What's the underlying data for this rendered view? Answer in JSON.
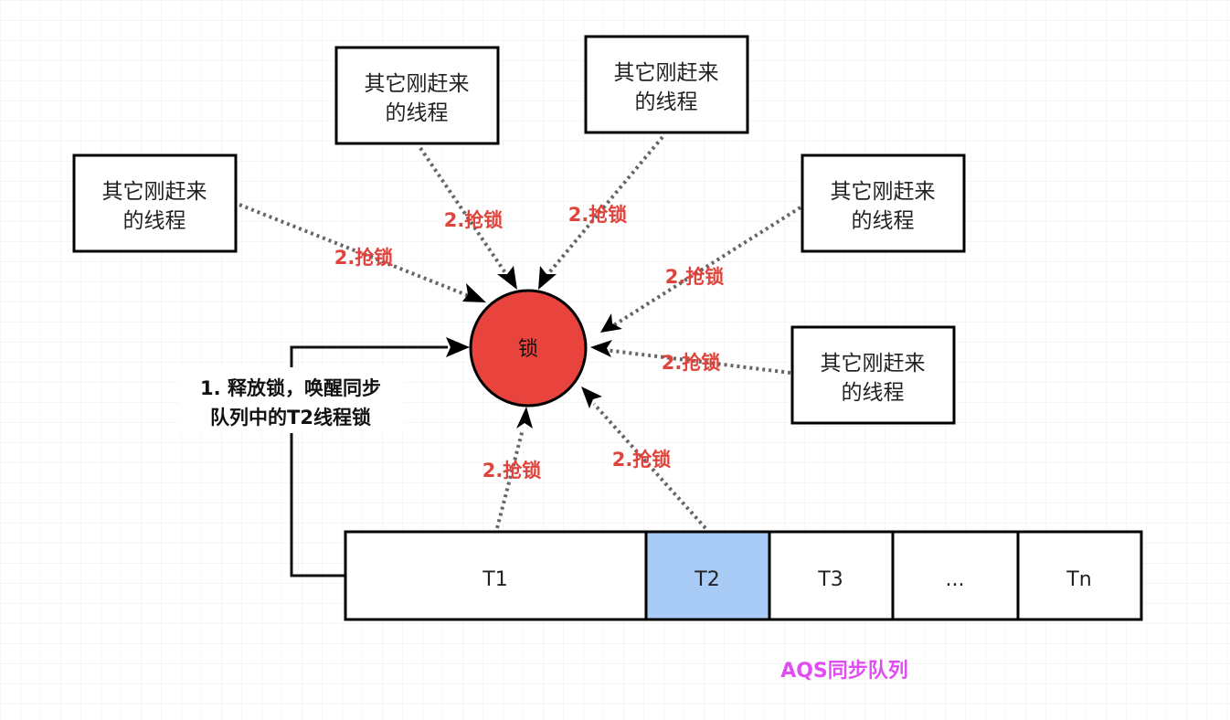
{
  "lock": {
    "label": "锁",
    "fill": "#e8433d"
  },
  "threads": [
    {
      "line1": "其它刚赶来",
      "line2": "的线程"
    },
    {
      "line1": "其它刚赶来",
      "line2": "的线程"
    },
    {
      "line1": "其它刚赶来",
      "line2": "的线程"
    },
    {
      "line1": "其它刚赶来",
      "line2": "的线程"
    },
    {
      "line1": "其它刚赶来",
      "line2": "的线程"
    }
  ],
  "edge_labels": {
    "grab": "2.抢锁"
  },
  "release": {
    "line1": "1. 释放锁，唤醒同步",
    "line2": "队列中的T2线程锁"
  },
  "queue": {
    "caption": "AQS同步队列",
    "caption_color": "#e04ef2",
    "highlight_color": "#a9ccf7",
    "cells": [
      "T1",
      "T2",
      "T3",
      "...",
      "Tn"
    ]
  }
}
